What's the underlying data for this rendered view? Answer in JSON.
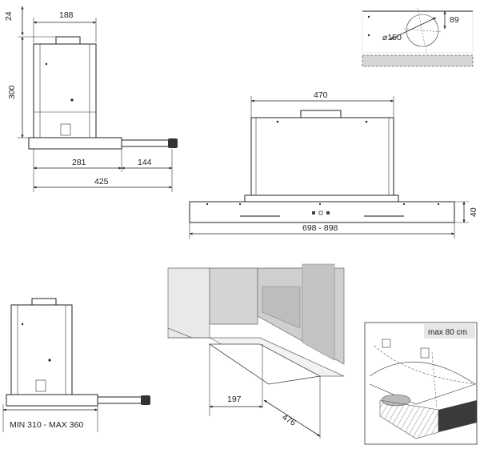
{
  "side_view_top": {
    "dim_width": "188",
    "dim_top": "24",
    "dim_height": "300",
    "dim_depth": "281",
    "dim_extension": "144",
    "dim_total": "425"
  },
  "front_view": {
    "dim_chimney": "470",
    "dim_width": "698 - 898",
    "dim_height": "40"
  },
  "duct_detail": {
    "dim_offset": "89",
    "dim_diameter": "⌀150"
  },
  "side_view_bottom": {
    "dim_range": "MIN 310 - MAX 360"
  },
  "cabinet_view": {
    "dim_width": "197",
    "dim_depth": "476"
  },
  "install_view": {
    "label_max": "max 80 cm"
  }
}
